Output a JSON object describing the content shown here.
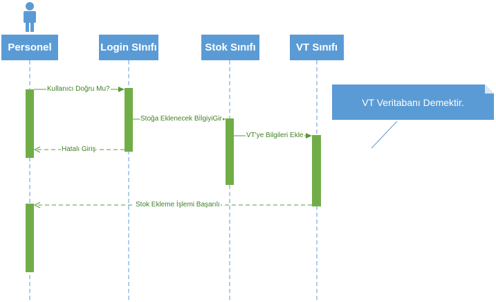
{
  "lifelines": [
    {
      "label": "Personel",
      "icon": "person-icon"
    },
    {
      "label": "Login SInıfı"
    },
    {
      "label": "Stok Sınıfı"
    },
    {
      "label": "VT Sınıfı"
    }
  ],
  "messages": [
    {
      "text": "Kullanıcı Doğru Mu?",
      "from": "Personel",
      "to": "Login SInıfı",
      "kind": "sync"
    },
    {
      "text": "Stoğa Eklenecek BİlgiyiGir",
      "from": "Login SInıfı",
      "to": "Stok Sınıfı",
      "kind": "sync"
    },
    {
      "text": "Hatalı Giriş",
      "from": "Login SInıfı",
      "to": "Personel",
      "kind": "return"
    },
    {
      "text": "VT'ye Bilgileri Ekle",
      "from": "Stok Sınıfı",
      "to": "VT Sınıfı",
      "kind": "sync"
    },
    {
      "text": "Stok Ekleme İşlemi Başarılı",
      "from": "VT Sınıfı",
      "to": "Personel",
      "kind": "return"
    }
  ],
  "note": {
    "text": "VT Veritabanı Demektir."
  },
  "colors": {
    "header": "#5b9bd5",
    "activation": "#70ad47",
    "message": "#5a9a36",
    "lifeline": "#5b9bd5",
    "note_line": "#5b9bd5"
  }
}
